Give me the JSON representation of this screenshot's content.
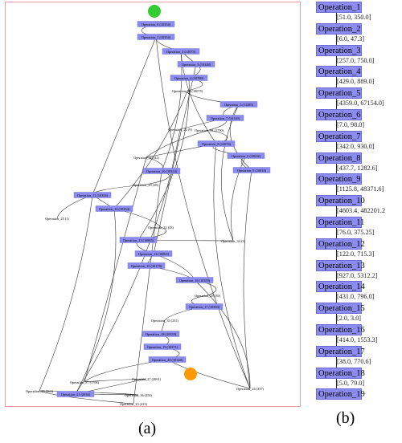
{
  "panel_a": {
    "caption": "(a)",
    "start_color": "#33cc33",
    "end_color": "#ff9900",
    "node_color": "#8c8cf0",
    "border_color": "#e8a0a8",
    "nodes": [
      {
        "label": "Operation_0 (10354)",
        "kind": "box"
      },
      {
        "label": "Operation_1 (10354)",
        "kind": "box"
      },
      {
        "label": "Operation_2 (12073)",
        "kind": "box"
      },
      {
        "label": "Operation_3 (10348)",
        "kind": "box"
      },
      {
        "label": "Operation_4 (10789)",
        "kind": "box"
      },
      {
        "label": "Operation_26 (10075)",
        "kind": "plain"
      },
      {
        "label": "Operation_5 (11285)",
        "kind": "box"
      },
      {
        "label": "Operation_7 (10120)",
        "kind": "box"
      },
      {
        "label": "Operation_22 (9)",
        "kind": "plain"
      },
      {
        "label": "Operation_31 (1790)",
        "kind": "plain"
      },
      {
        "label": "Operation_8 (12074)",
        "kind": "box"
      },
      {
        "label": "Operation_6 (10632)",
        "kind": "box"
      },
      {
        "label": "Operation_30 (41)",
        "kind": "plain"
      },
      {
        "label": "Operation_9 (10818)",
        "kind": "box"
      },
      {
        "label": "Operation_10 (10354)",
        "kind": "box"
      },
      {
        "label": "Operation_29 (28)",
        "kind": "plain"
      },
      {
        "label": "Operation_11 (10354)",
        "kind": "box"
      },
      {
        "label": "Operation_25 (1)",
        "kind": "plain"
      },
      {
        "label": "Operation_12 (10354)",
        "kind": "box"
      },
      {
        "label": "Operation_32 (43)",
        "kind": "plain"
      },
      {
        "label": "Operation_13 (10865)",
        "kind": "box"
      },
      {
        "label": "Operation_34 (3)",
        "kind": "plain"
      },
      {
        "label": "Operation_14 (10865)",
        "kind": "box"
      },
      {
        "label": "Operation_15 (10178)",
        "kind": "box"
      },
      {
        "label": "Operation_16 (10359)",
        "kind": "box"
      },
      {
        "label": "Operation_28 (39)",
        "kind": "plain"
      },
      {
        "label": "Operation_17 (10394)",
        "kind": "box"
      },
      {
        "label": "Operation_35 (231)",
        "kind": "plain"
      },
      {
        "label": "Operation_18 (10359)",
        "kind": "box"
      },
      {
        "label": "Operation_19 (10371)",
        "kind": "box"
      },
      {
        "label": "Operation_20 (10140)",
        "kind": "box"
      },
      {
        "label": "Operation_37 (1706)",
        "kind": "plain"
      },
      {
        "label": "Operation_27 (2061)",
        "kind": "plain"
      },
      {
        "label": "Operation_21 (2034)",
        "kind": "box"
      },
      {
        "label": "Operation_36 (254)",
        "kind": "plain"
      },
      {
        "label": "Operation_33 (363)",
        "kind": "plain"
      },
      {
        "label": "Operation_23 (413)",
        "kind": "plain"
      },
      {
        "label": "Operation_24 (337)",
        "kind": "plain"
      }
    ]
  },
  "panel_b": {
    "caption": "(b)",
    "operations": [
      "Operation_1",
      "Operation_2",
      "Operation_3",
      "Operation_4",
      "Operation_5",
      "Operation_6",
      "Operation_7",
      "Operation_8",
      "Operation_9",
      "Operation_10",
      "Operation_11",
      "Operation_12",
      "Operation_13",
      "Operation_14",
      "Operation_15",
      "Operation_16",
      "Operation_17",
      "Operation_18",
      "Operation_19"
    ],
    "intervals": [
      "[51.0, 350.0]",
      "[6.0, 47.3]",
      "[257.0, 750.0]",
      "[429.0, 889.0]",
      "[4359.0, 67154.0]",
      "[7.0, 98.0]",
      "[342.0, 930.0]",
      "[437.7, 1282.6]",
      "[1125.8, 48371.6]",
      "[4603.4, 482201.2",
      "[76.0, 375.25]",
      "[122.0, 715.3]",
      "[927.0, 5312.2]",
      "[431.0, 796.0]",
      "[2.0, 3.0]",
      "[414.0, 1553.3]",
      "[38.0, 770.6]",
      "[5.0, 79.0]"
    ]
  }
}
